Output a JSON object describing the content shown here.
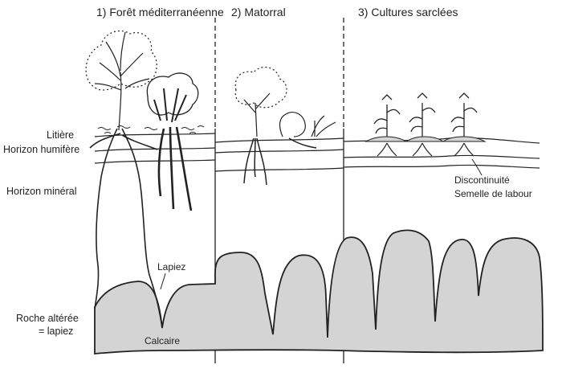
{
  "titles": {
    "forest": "1) Forêt méditerranéenne",
    "matorral": "2) Matorral",
    "crops": "3) Cultures sarclées"
  },
  "left_labels": {
    "litter": "Litière",
    "humus": "Horizon humifère",
    "mineral": "Horizon minéral",
    "rock_line1": "Roche altérée",
    "rock_line2": "= lapiez"
  },
  "annotations": {
    "lapiez": "Lapiez",
    "calcaire": "Calcaire",
    "discontinuity": "Discontinuité",
    "plough_pan": "Semelle de labour"
  },
  "colors": {
    "rock_fill": "#d4d4d4",
    "ink": "#222222"
  }
}
